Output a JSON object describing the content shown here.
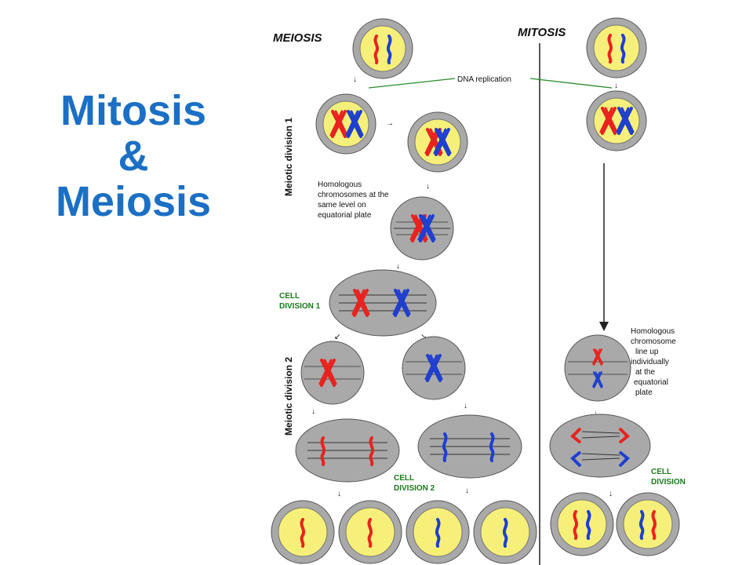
{
  "title": {
    "line1": "Mitosis",
    "line2": "&",
    "line3": "Meiosis"
  },
  "diagram": {
    "meiosis_label": "MEIOSIS",
    "mitosis_label": "MITOSIS",
    "dna_replication": "DNA replication",
    "meiotic_division_1": "Meiotic division 1",
    "meiotic_division_2": "Meiotic division 2",
    "homologous_meiosis": [
      "Homologous",
      "chromosomes at the",
      "same level on",
      "equatorial plate"
    ],
    "cell_division_1": [
      "CELL",
      "DIVISION 1"
    ],
    "cell_division_2": [
      "CELL",
      "DIVISION 2"
    ],
    "homologous_mitosis": [
      "Homologous",
      "chromosome",
      "line up",
      "individually",
      "at the",
      "equatorial",
      "plate"
    ],
    "cell_division": [
      "CELL",
      "DIVISION"
    ]
  },
  "colors": {
    "title": "#1b6fc4",
    "cell_membrane": "#a9a9a9",
    "nucleus": "#f6f07a",
    "chromosome_red": "#e8231f",
    "chromosome_blue": "#1f3fcf",
    "label_green": "#1b7a1b"
  }
}
